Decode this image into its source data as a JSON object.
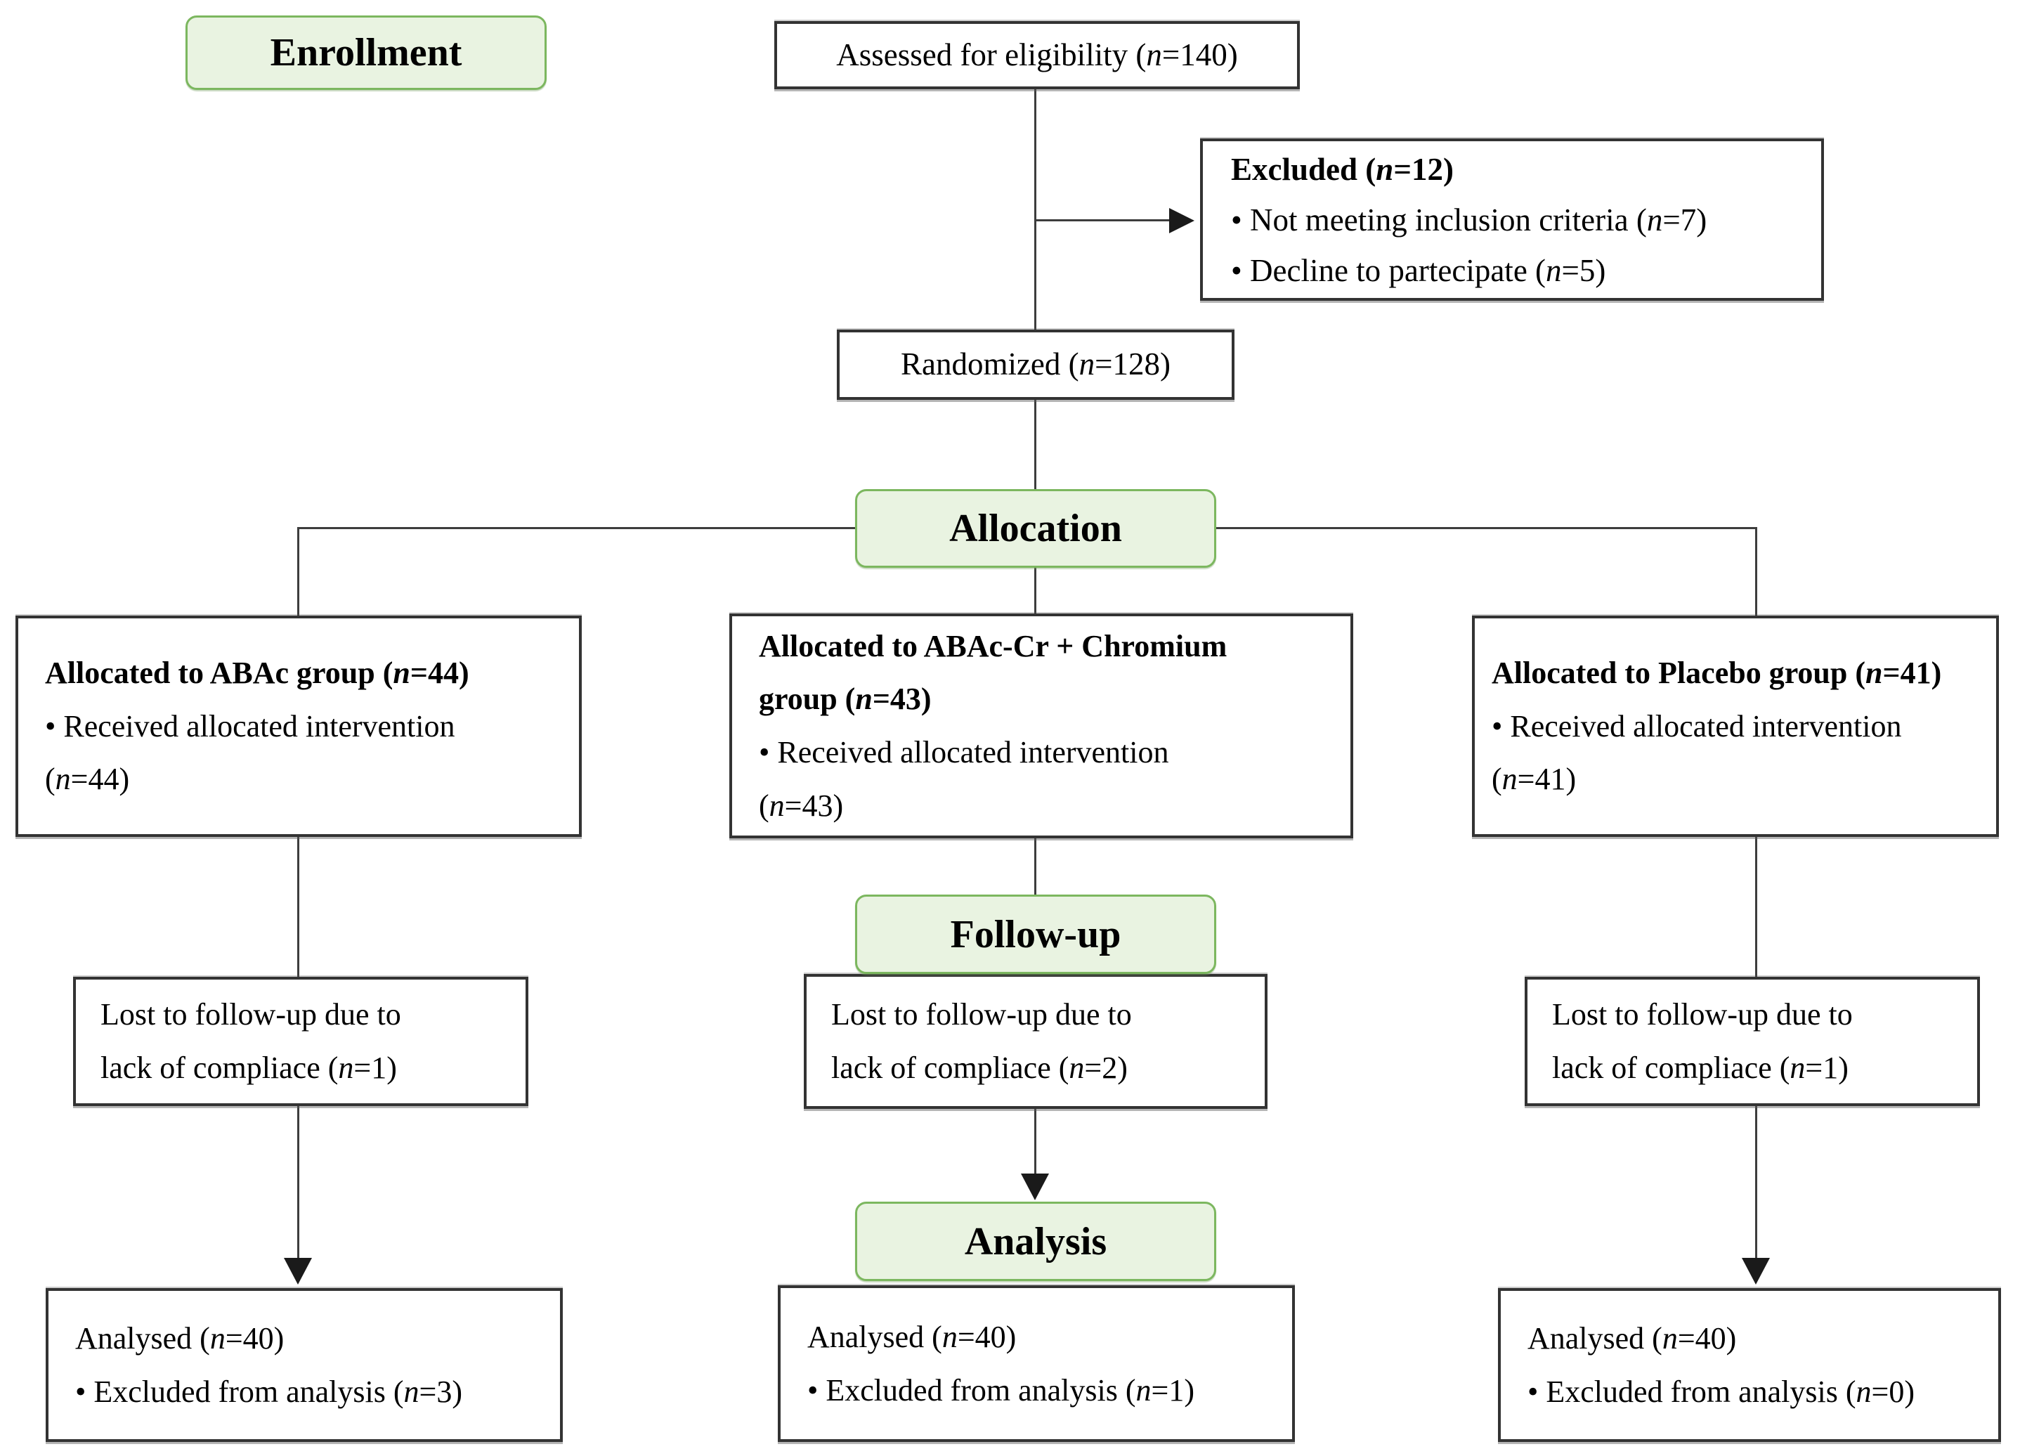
{
  "stage_labels": {
    "enrollment": "Enrollment",
    "allocation": "Allocation",
    "followup": "Follow-up",
    "analysis": "Analysis"
  },
  "assessed": {
    "text": "Assessed for eligibility (*n*=140)"
  },
  "excluded": {
    "title": "Excluded (*n*=12)",
    "items": [
      "• Not meeting inclusion criteria (*n*=7)",
      "• Decline to partecipate (*n*=5)"
    ]
  },
  "randomized": {
    "text": "Randomized (*n*=128)"
  },
  "arms": [
    {
      "allocated_lines": [
        "Allocated to ABAc group (*n*=44)"
      ],
      "received_lines": [
        "• Received allocated intervention",
        "(*n*=44)"
      ],
      "lost_lines": [
        "Lost to follow-up due to",
        "lack of compliace (*n*=1)"
      ],
      "analysed_lines": [
        "Analysed  (*n*=40)",
        "• Excluded from analysis (*n*=3)"
      ]
    },
    {
      "allocated_lines": [
        "Allocated to ABAc-Cr + Chromium",
        "group (*n*=43)"
      ],
      "received_lines": [
        "• Received allocated intervention",
        "(*n*=43)"
      ],
      "lost_lines": [
        "Lost to follow-up due to",
        "lack of compliace (*n*=2)"
      ],
      "analysed_lines": [
        "Analysed  (*n*=40)",
        "• Excluded from analysis (*n*=1)"
      ]
    },
    {
      "allocated_lines": [
        "Allocated to Placebo group (*n*=41)"
      ],
      "received_lines": [
        "• Received allocated intervention",
        "(*n*=41)"
      ],
      "lost_lines": [
        "Lost to follow-up due to",
        "lack of compliace (*n*=1)"
      ],
      "analysed_lines": [
        "Analysed  (*n*=40)",
        "• Excluded from analysis (*n*=0)"
      ]
    }
  ],
  "colors": {
    "label_fill": "#e9f3e1",
    "label_border": "#7cb75f",
    "box_border": "#333333",
    "connector": "#3d3d3d"
  }
}
